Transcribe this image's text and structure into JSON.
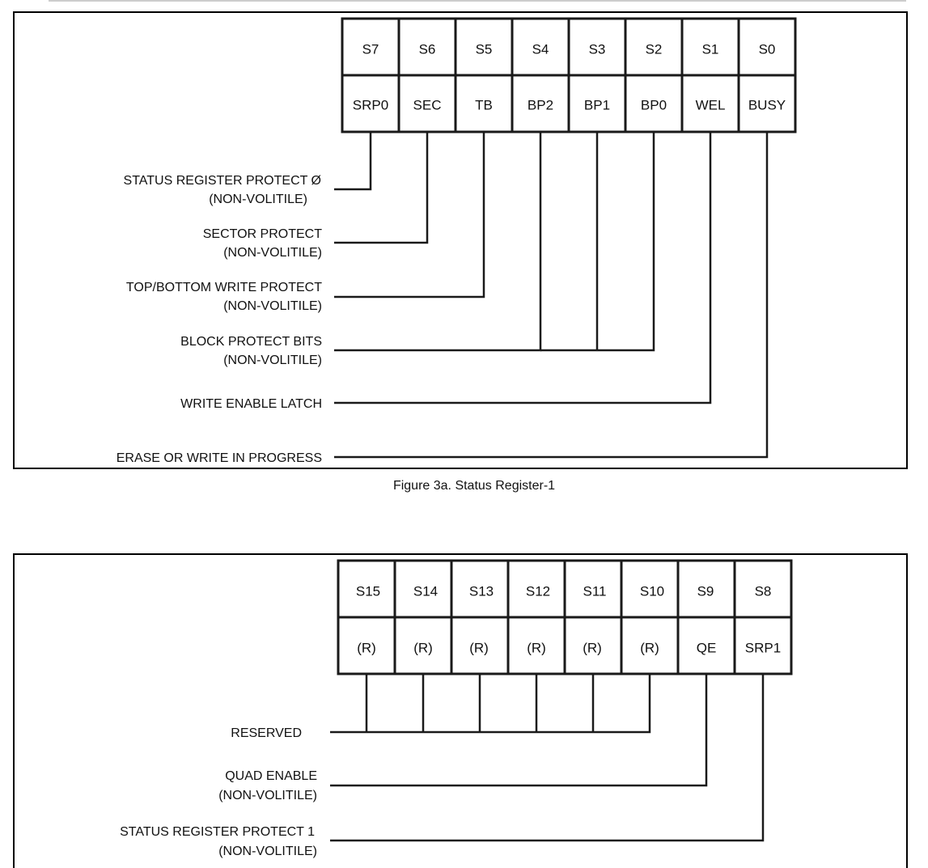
{
  "figure_a": {
    "caption": "Figure 3a. Status Register-1",
    "bit_names": [
      "S7",
      "S6",
      "S5",
      "S4",
      "S3",
      "S2",
      "S1",
      "S0"
    ],
    "bit_functions": [
      "SRP0",
      "SEC",
      "TB",
      "BP2",
      "BP1",
      "BP0",
      "WEL",
      "BUSY"
    ],
    "descriptions": [
      {
        "line1": "STATUS REGISTER PROTECT Ø",
        "line2": "(NON-VOLITILE)"
      },
      {
        "line1": "SECTOR PROTECT",
        "line2": "(NON-VOLITILE)"
      },
      {
        "line1": "TOP/BOTTOM WRITE PROTECT",
        "line2": "(NON-VOLITILE)"
      },
      {
        "line1": "BLOCK PROTECT BITS",
        "line2": "(NON-VOLITILE)"
      },
      {
        "line1": "WRITE ENABLE LATCH",
        "line2": ""
      },
      {
        "line1": "ERASE OR WRITE IN PROGRESS",
        "line2": ""
      }
    ]
  },
  "figure_b": {
    "bit_names": [
      "S15",
      "S14",
      "S13",
      "S12",
      "S11",
      "S10",
      "S9",
      "S8"
    ],
    "bit_functions": [
      "(R)",
      "(R)",
      "(R)",
      "(R)",
      "(R)",
      "(R)",
      "QE",
      "SRP1"
    ],
    "descriptions": [
      {
        "line1": "RESERVED",
        "line2": ""
      },
      {
        "line1": "QUAD ENABLE",
        "line2": "(NON-VOLITILE)"
      },
      {
        "line1": "STATUS REGISTER PROTECT 1",
        "line2": "(NON-VOLITILE)"
      }
    ]
  }
}
